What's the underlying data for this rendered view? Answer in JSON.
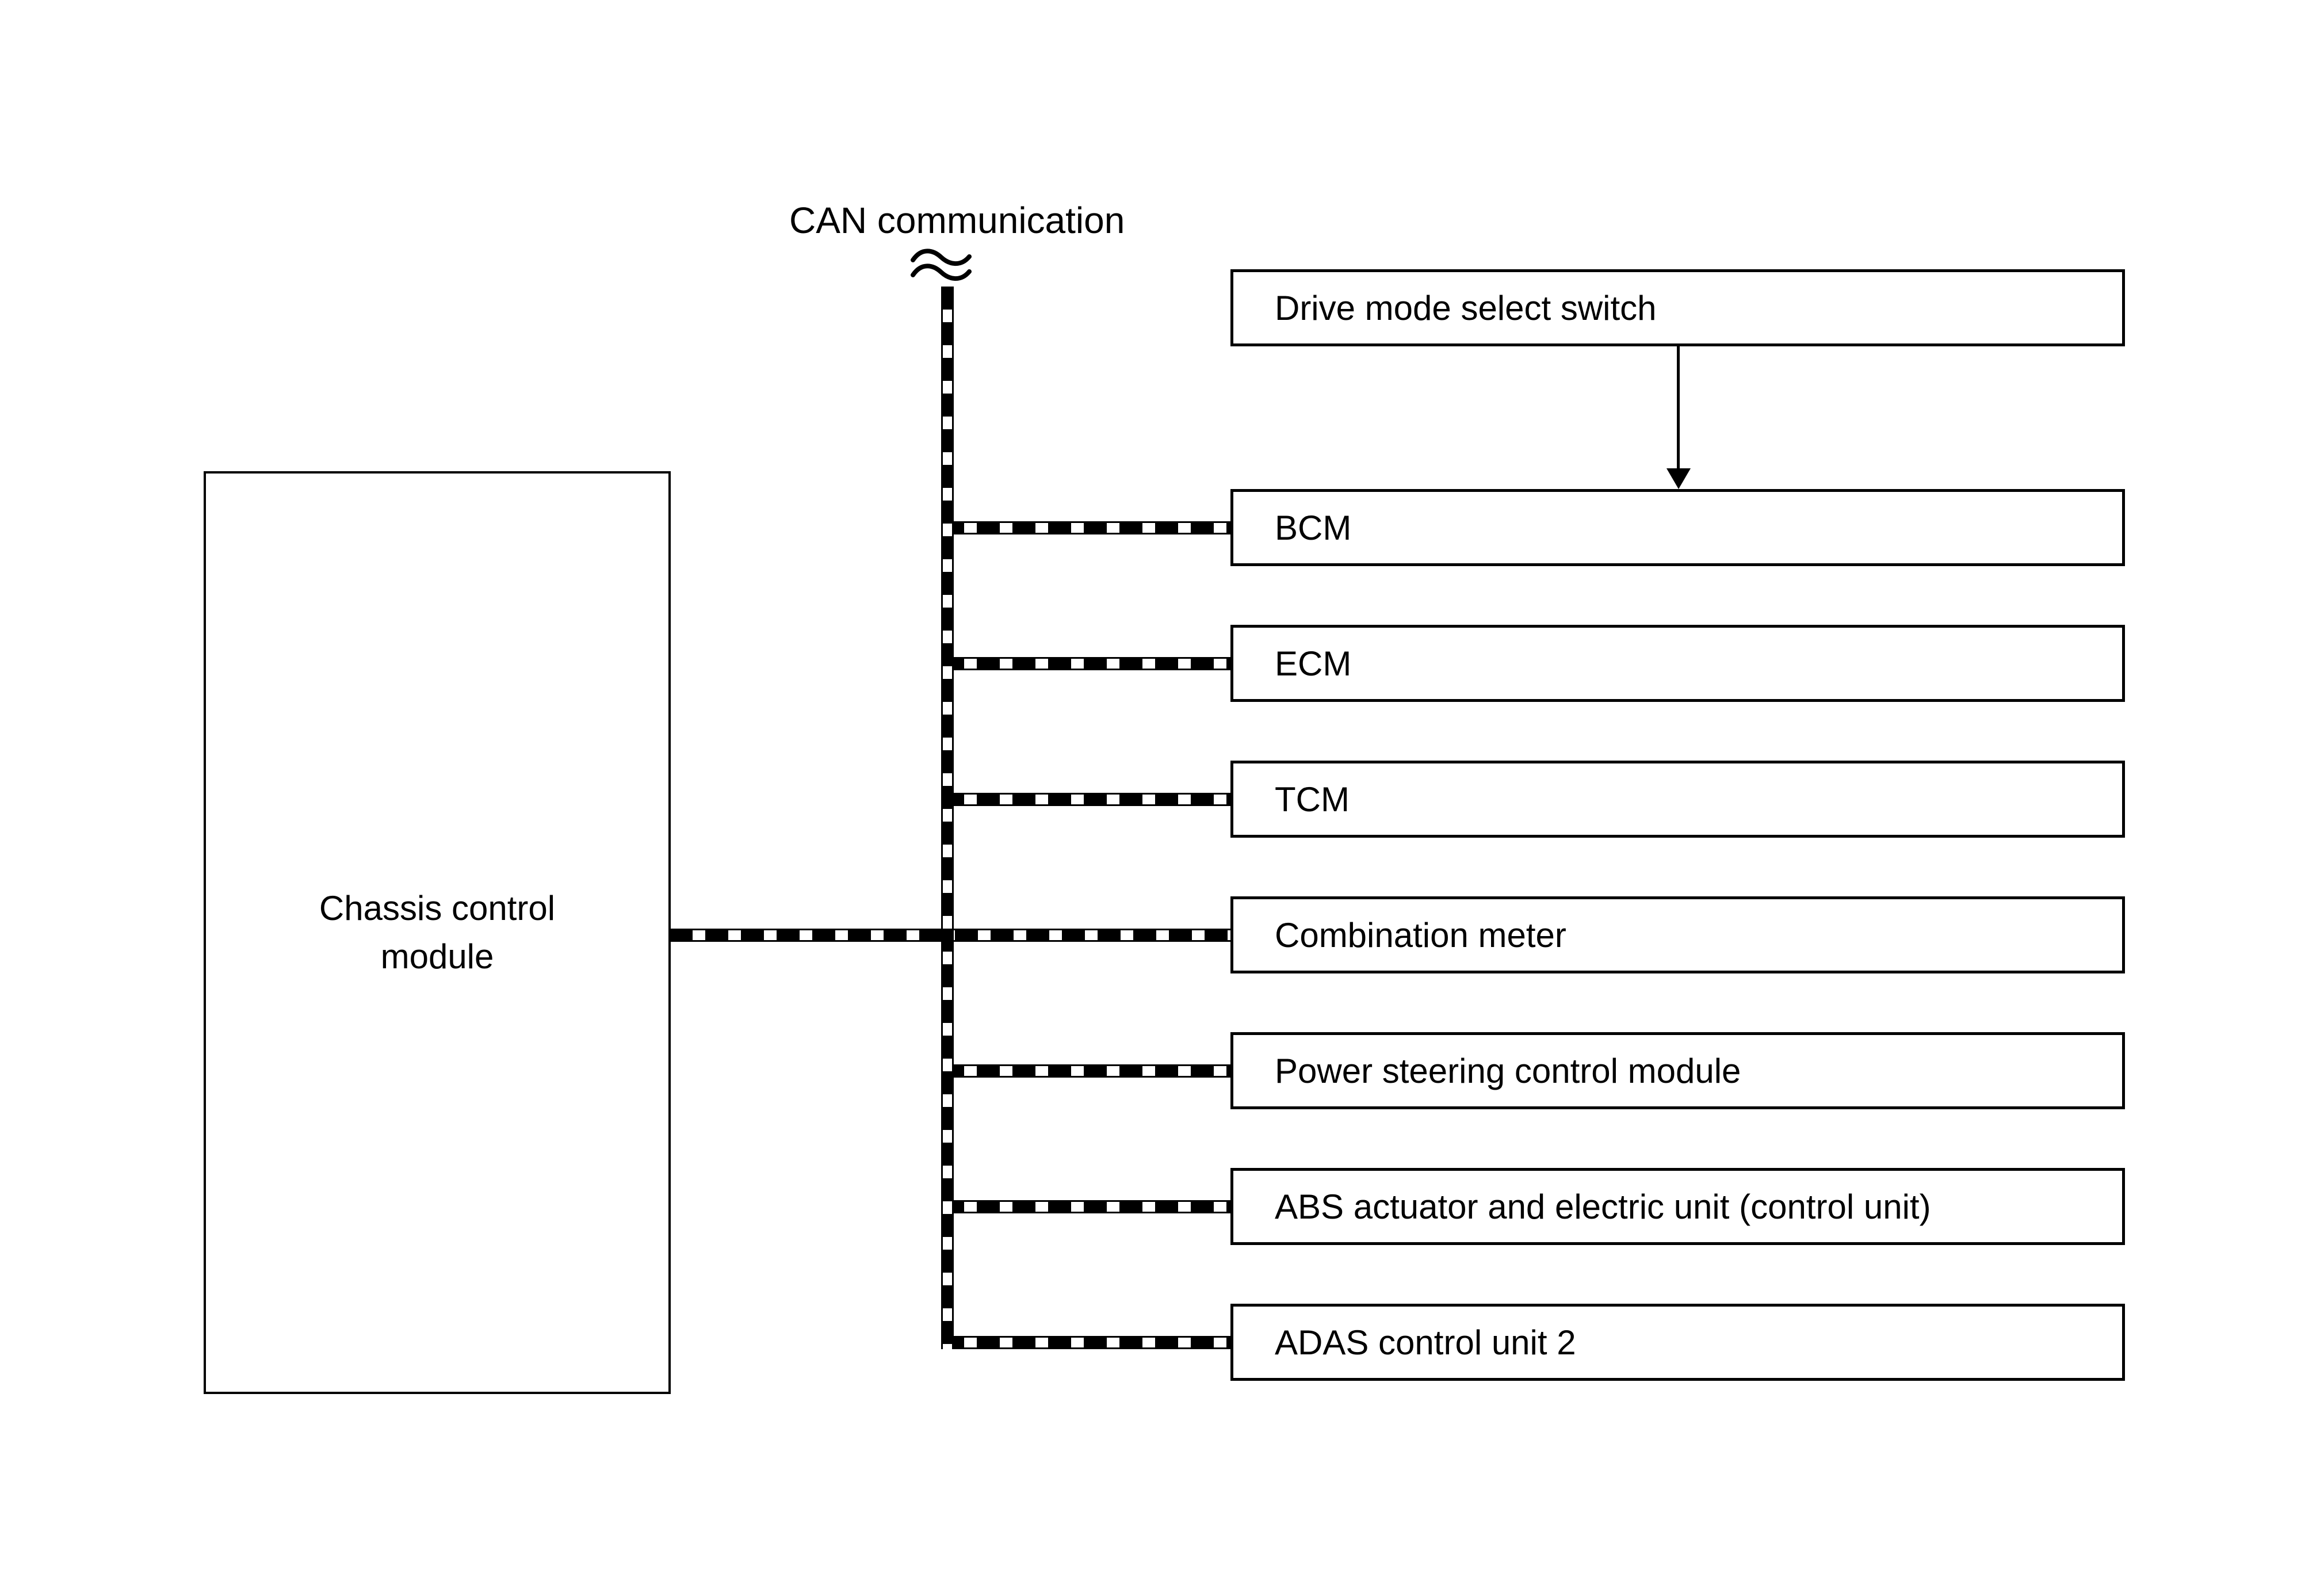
{
  "diagram": {
    "can_label": "CAN communication",
    "chassis_node": {
      "label": "Chassis control module"
    },
    "right_nodes": [
      {
        "label": "Drive mode select switch"
      },
      {
        "label": "BCM"
      },
      {
        "label": "ECM"
      },
      {
        "label": "TCM"
      },
      {
        "label": "Combination meter"
      },
      {
        "label": "Power steering control module"
      },
      {
        "label": "ABS actuator and electric unit (control unit)"
      },
      {
        "label": "ADAS control unit 2"
      }
    ],
    "colors": {
      "line": "#000000",
      "background": "#ffffff"
    }
  }
}
